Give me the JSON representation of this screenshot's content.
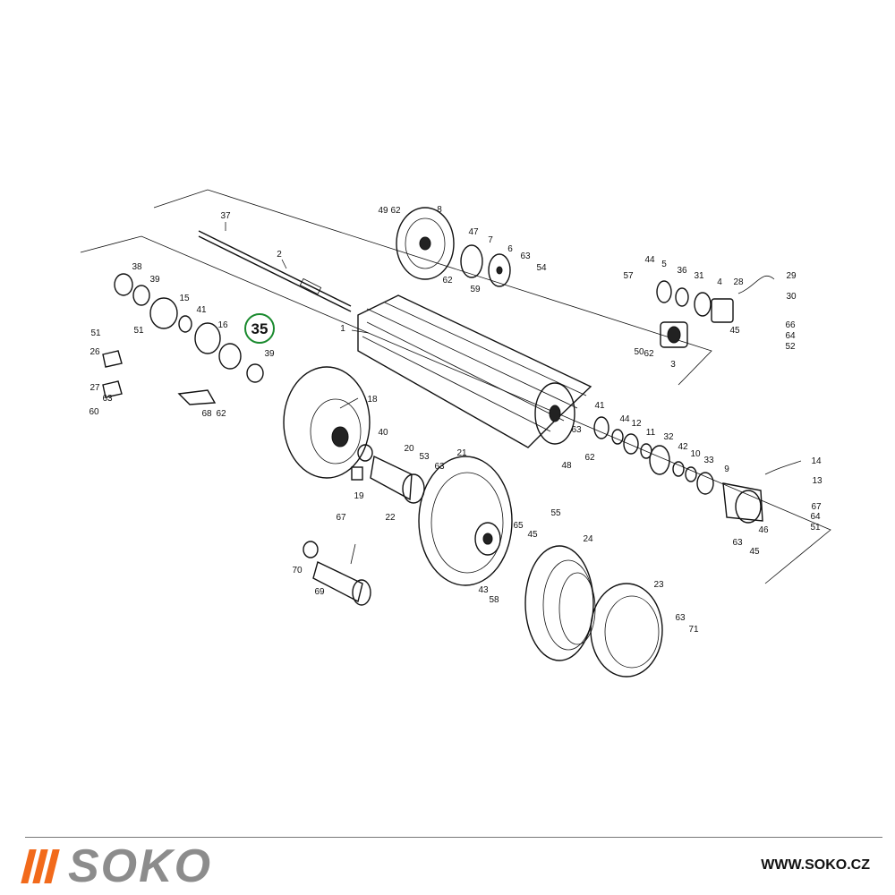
{
  "diagram": {
    "highlighted_part": "35",
    "labels": [
      "1",
      "2",
      "3",
      "4",
      "5",
      "6",
      "7",
      "8",
      "9",
      "10",
      "11",
      "12",
      "13",
      "14",
      "15",
      "16",
      "18",
      "19",
      "20",
      "21",
      "22",
      "23",
      "24",
      "26",
      "27",
      "28",
      "29",
      "30",
      "31",
      "32",
      "33",
      "36",
      "37",
      "38",
      "39",
      "39",
      "40",
      "41",
      "41",
      "42",
      "43",
      "44",
      "44",
      "45",
      "45",
      "45",
      "46",
      "47",
      "48",
      "49",
      "50",
      "51",
      "51",
      "51",
      "52",
      "53",
      "54",
      "55",
      "57",
      "58",
      "59",
      "60",
      "62",
      "62",
      "62",
      "62",
      "62",
      "63",
      "63",
      "63",
      "63",
      "63",
      "63",
      "64",
      "64",
      "65",
      "66",
      "67",
      "67",
      "68",
      "69",
      "70",
      "71"
    ]
  },
  "footer": {
    "brand": "SOKO",
    "website": "WWW.SOKO.CZ",
    "brand_color": "#f26a1b",
    "brand_text_color": "#8c8c8c"
  }
}
